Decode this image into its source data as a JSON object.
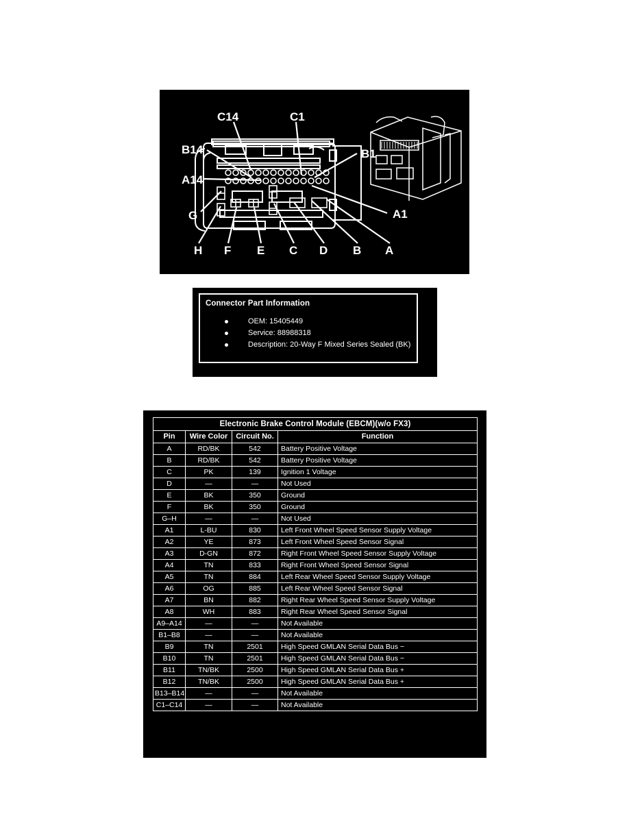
{
  "figure": {
    "caption_labels": {
      "c14": "C14",
      "c1": "C1",
      "b14": "B14",
      "b1": "B1",
      "a14": "A14",
      "a1": "A1",
      "g": "G",
      "h": "H",
      "f": "F",
      "e": "E",
      "c": "C",
      "d": "D",
      "b": "B",
      "a": "A"
    },
    "alt": "EBCM connector face view with callout leader lines and inset isometric connector view"
  },
  "connector_part_information": {
    "title": "Connector Part Information",
    "items": [
      "OEM: 15405449",
      "Service: 88988318",
      "Description: 20-Way F Mixed Series Sealed (BK)"
    ]
  },
  "pinout": {
    "title": "Electronic Brake Control Module (EBCM)(w/o FX3)",
    "columns": [
      "Pin",
      "Wire Color",
      "Circuit No.",
      "Function"
    ],
    "rows": [
      [
        "A",
        "RD/BK",
        "542",
        "Battery Positive Voltage"
      ],
      [
        "B",
        "RD/BK",
        "542",
        "Battery Positive Voltage"
      ],
      [
        "C",
        "PK",
        "139",
        "Ignition 1 Voltage"
      ],
      [
        "D",
        "—",
        "—",
        "Not Used"
      ],
      [
        "E",
        "BK",
        "350",
        "Ground"
      ],
      [
        "F",
        "BK",
        "350",
        "Ground"
      ],
      [
        "G–H",
        "—",
        "—",
        "Not Used"
      ],
      [
        "A1",
        "L-BU",
        "830",
        "Left Front Wheel Speed Sensor Supply Voltage"
      ],
      [
        "A2",
        "YE",
        "873",
        "Left Front Wheel Speed Sensor Signal"
      ],
      [
        "A3",
        "D-GN",
        "872",
        "Right Front Wheel Speed Sensor Supply Voltage"
      ],
      [
        "A4",
        "TN",
        "833",
        "Right Front Wheel Speed Sensor Signal"
      ],
      [
        "A5",
        "TN",
        "884",
        "Left Rear Wheel Speed Sensor Supply Voltage"
      ],
      [
        "A6",
        "OG",
        "885",
        "Left Rear Wheel Speed Sensor Signal"
      ],
      [
        "A7",
        "BN",
        "882",
        "Right Rear Wheel Speed Sensor Supply Voltage"
      ],
      [
        "A8",
        "WH",
        "883",
        "Right Rear Wheel Speed Sensor Signal"
      ],
      [
        "A9–A14",
        "—",
        "—",
        "Not Available"
      ],
      [
        "B1–B8",
        "—",
        "—",
        "Not Available"
      ],
      [
        "B9",
        "TN",
        "2501",
        "High Speed GMLAN Serial Data Bus −"
      ],
      [
        "B10",
        "TN",
        "2501",
        "High Speed GMLAN Serial Data Bus −"
      ],
      [
        "B11",
        "TN/BK",
        "2500",
        "High Speed GMLAN Serial Data Bus +"
      ],
      [
        "B12",
        "TN/BK",
        "2500",
        "High Speed GMLAN Serial Data Bus +"
      ],
      [
        "B13–B14",
        "—",
        "—",
        "Not Available"
      ],
      [
        "C1–C14",
        "—",
        "—",
        "Not Available"
      ]
    ]
  },
  "colors": {
    "page_background": "#ffffff",
    "figure_background": "#000000",
    "line": "#ffffff"
  }
}
